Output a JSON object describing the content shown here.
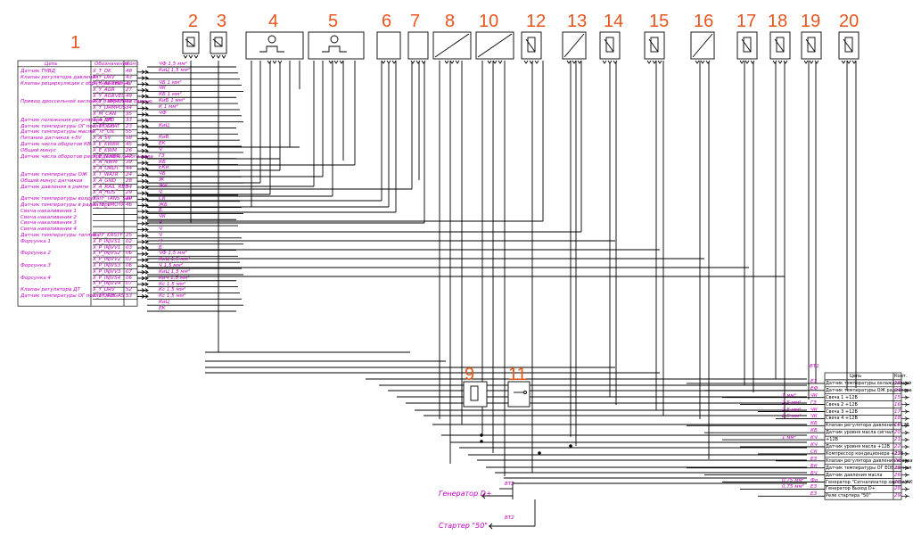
{
  "component_numbers": [
    "1",
    "2",
    "3",
    "4",
    "5",
    "6",
    "7",
    "8",
    "9",
    "10",
    "11",
    "12",
    "13",
    "14",
    "15",
    "16",
    "17",
    "18",
    "19",
    "20"
  ],
  "left_table": {
    "header": [
      "Цепь",
      "Обозначение",
      "Конт."
    ],
    "rows": [
      [
        "Датчик ТНВД",
        "X_T_DK",
        "48"
      ],
      [
        "Клапан регулятора давления",
        "X_Y_DRV",
        "43"
      ],
      [
        "Клапан рециркуляции с обратной связью",
        "X_Y_AGRH2",
        "42"
      ],
      [
        "",
        "X_Y_AGR",
        "27"
      ],
      [
        "",
        "X_Y_AGRVEL",
        "49"
      ],
      [
        "Привод дроссельной заслонки с обратной связью",
        "X_Y_TRMPOS",
        "41"
      ],
      [
        "",
        "X_Y_DRMPOS",
        "34"
      ],
      [
        "",
        "X_M_CAN",
        "35"
      ],
      [
        "Датчик положения регулятора ДЛ",
        "X_A_SPD",
        "33"
      ],
      [
        "Датчик температуры ОГ после ОСН",
        "X_TF_SCAT",
        "23"
      ],
      [
        "Датчик температуры масла",
        "X_TF_OIL",
        "55"
      ],
      [
        "Питание датчиков +5V",
        "X_A_5V",
        "58"
      ],
      [
        "Датчик числа оборотов КВ",
        "X_E_KWBR",
        "45"
      ],
      [
        "Общий минус",
        "X_E_KWM",
        "26"
      ],
      [
        "Датчик числа оборотов распределительного вала",
        "X_E_NWBR",
        "47"
      ],
      [
        "",
        "X_A_NWM",
        "39"
      ],
      [
        "",
        "X_A_ORDT",
        "44"
      ],
      [
        "Датчик температуры ОЖ",
        "X_T_WATR",
        "24"
      ],
      [
        "Общий минус датчиков",
        "X_A_GND",
        "28"
      ],
      [
        "Датчик давления в рампе",
        "X_A_RAIL_RBU",
        "54"
      ],
      [
        "",
        "X_A_HDS",
        "29"
      ],
      [
        "Датчик температуры воздуха",
        "X_TF_TANS_SZP",
        "40"
      ],
      [
        "Датчик температуры в радиаторе",
        "X_TF_TMOTR",
        "46"
      ],
      [
        "Свеча накаливания 1",
        "",
        ""
      ],
      [
        "Свеча накаливания 2",
        "",
        ""
      ],
      [
        "Свеча накаливания 3",
        "",
        ""
      ],
      [
        "Свеча накаливания 4",
        "",
        ""
      ],
      [
        "Датчик температуры топлива",
        "X_TF_KRSTF",
        "25"
      ],
      [
        "Форсунка 1",
        "X_P_INJVS1",
        "02"
      ],
      [
        "",
        "X_P_INJVV1",
        "03"
      ],
      [
        "Форсунка 2",
        "X_P_INJVS2",
        "06"
      ],
      [
        "",
        "X_P_INJVV2",
        "07"
      ],
      [
        "Форсунка 3",
        "X_P_INJVS3",
        "06"
      ],
      [
        "",
        "X_P_INJVV3",
        "07"
      ],
      [
        "Форсунка 4",
        "X_P_INJVS4",
        "06"
      ],
      [
        "",
        "X_P_INJVV4",
        "07"
      ],
      [
        "Клапан регулятора ДТ",
        "X_Y_DRV",
        "52"
      ],
      [
        "Датчик температуры ОГ после ОСН",
        "X_TF_ABGAS",
        "53"
      ]
    ]
  },
  "wire_labels_left": [
    "ЧФ 1,5 мм²",
    "КиЦ 1,5 мм²",
    "",
    "ЧБ 1 мм²",
    "ЧК",
    "КБ 1 мм²",
    "КиБ 1 мм²",
    "К 1 мм²",
    "ЧФ",
    "",
    "КиЦ",
    "",
    "КиБ",
    "ЕК",
    "Ч",
    "ГЗ",
    "КБ",
    "ЕКи",
    "ЧБ",
    "Ж",
    "ЖК",
    "Ч",
    "СК",
    "ЖБ",
    "Б",
    "ЧК",
    "Ч",
    "Ч",
    "Ч",
    "Ч",
    "Б",
    "ЧФ 1,5 мм²",
    "КиЦ 1,5 мм²",
    "Ч 1,5 мм²",
    "КиЦ 1,5 мм²",
    "КиЧ 1,5 мм²",
    "Кс 1,5 мм²",
    "Кс 1,5 мм²",
    "Кс 1,5 мм²",
    "КиЦ",
    "ЕК"
  ],
  "right_table": {
    "title": "ВТ1",
    "header": [
      "Цепь",
      "Конт."
    ],
    "rows": [
      [
        "Датчик температуры охлаждающей жидкости",
        "13"
      ],
      [
        "Датчик температуры ОЖ радиатора сигнал",
        "14"
      ],
      [
        "Свеча 1 +12В",
        "15"
      ],
      [
        "Свеча 2 +12В",
        "16"
      ],
      [
        "Свеча 3 +12В",
        "17"
      ],
      [
        "Свеча 4 +12В",
        "18"
      ],
      [
        "Клапан регулятора давления +12В",
        "19"
      ],
      [
        "Датчик уровня масла сигнал",
        "20"
      ],
      [
        "+12В",
        "21"
      ],
      [
        "Датчик уровня масла +12В",
        "22"
      ],
      [
        "Компрессор кондиционера +12В",
        "23"
      ],
      [
        "Клапан регулятора давления возврата",
        "24"
      ],
      [
        "Датчик температуры ОГ ЕОБ сигнал",
        "25"
      ],
      [
        "Датчик давления масла",
        "26"
      ],
      [
        "Генератор \"Сигнализатор заряда АКБ\"",
        "27"
      ],
      [
        "Генератор Выход D+",
        "28"
      ],
      [
        "Реле стартера \"50\"",
        "29"
      ]
    ]
  },
  "wire_labels_right": [
    "ЕЗ",
    "ЕФ",
    "ЧК",
    "ГЗ",
    "ЧК",
    "ЧК",
    "КБ",
    "КБ",
    "КЧ",
    "КЧ",
    "СК",
    "ЕЗ",
    "БК",
    "БЧ",
    "Фо",
    "ЕЗ",
    "ЕЗ"
  ],
  "wire_sizes_right": [
    "1 мм²",
    "2,5 мм²",
    "2,5 мм²",
    "2,5 мм²",
    "1 мм²",
    "0,75 мм²",
    "0,75 мм²"
  ],
  "external": {
    "generator_label": "Генератор D+",
    "starter_label": "Стартер \"50\"",
    "connector_1": "ВТ2",
    "connector_2": "ВТ2"
  }
}
